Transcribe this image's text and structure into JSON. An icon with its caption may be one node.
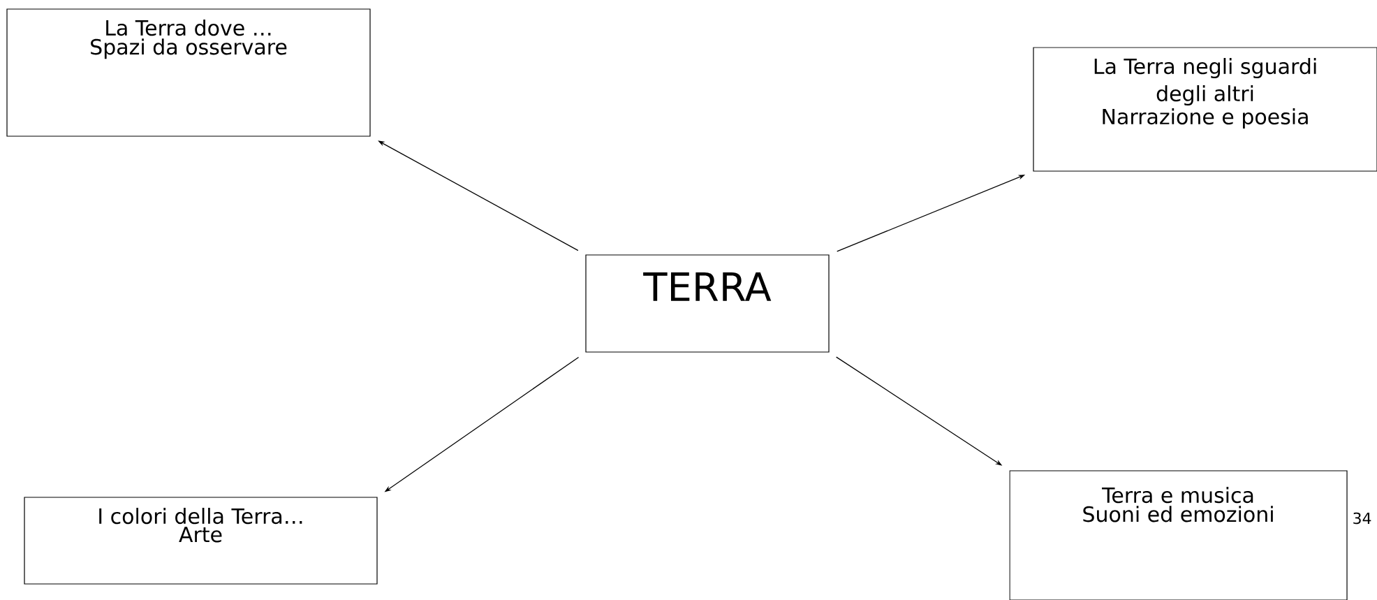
{
  "diagram": {
    "nodes": [
      {
        "text": [
          "La Terra dove …",
          "Spazi da osservare"
        ]
      },
      {
        "text": [
          "La Terra negli sguardi degli altri",
          "Narrazione e poesia"
        ]
      },
      {
        "text": [
          "TERRA"
        ]
      },
      {
        "text": [
          "I colori della Terra…",
          "Arte"
        ]
      },
      {
        "text": [
          "Terra e musica",
          "Suoni ed emozioni"
        ]
      }
    ],
    "edges": [
      {
        "from": 2,
        "to": 0,
        "arrow": "to"
      },
      {
        "from": 2,
        "to": 1,
        "arrow": "to"
      },
      {
        "from": 2,
        "to": 3,
        "arrow": "to"
      },
      {
        "from": 2,
        "to": 4,
        "arrow": "to"
      }
    ],
    "labels": [
      "34"
    ]
  }
}
